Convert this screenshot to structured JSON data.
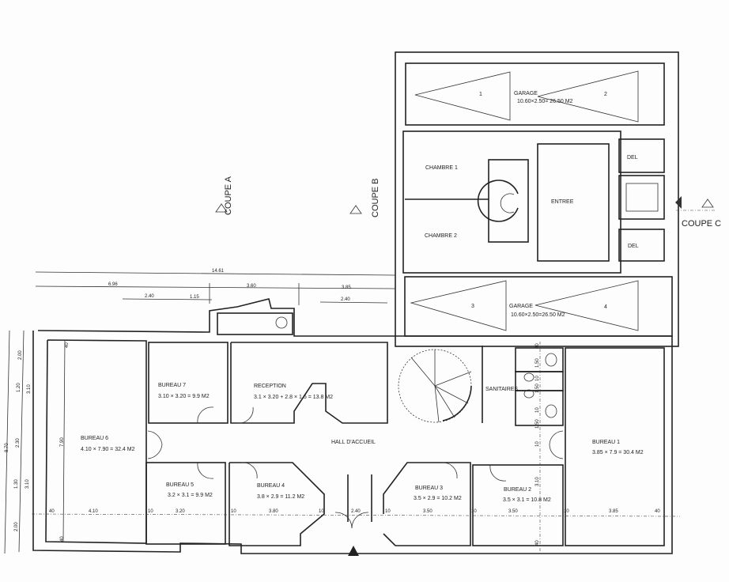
{
  "sections": {
    "coupe_a": "COUPE A",
    "coupe_b": "COUPE B",
    "coupe_c": "COUPE C"
  },
  "upper": {
    "garage_top": {
      "name": "GARAGE",
      "area": "10.60×2.50= 26.50 M2",
      "space_1": "1",
      "space_2": "2"
    },
    "chambre_1": "CHAMBRE 1",
    "chambre_2": "CHAMBRE 2",
    "entree": "ENTREE",
    "del_top": "DEL",
    "del_bottom": "DEL",
    "garage_bottom": {
      "name": "GARAGE",
      "area": "10.60×2.50=26.50 M2",
      "space_3": "3",
      "space_4": "4"
    }
  },
  "lower": {
    "bureau_7": {
      "name": "BUREAU 7",
      "area": "3.10 × 3.20 = 9.9 M2"
    },
    "reception": {
      "name": "RECEPTION",
      "area": "3.1 × 3.20 + 2.8 × 1.5 = 13.8 M2"
    },
    "bureau_6": {
      "name": "BUREAU 6",
      "area": "4.10 × 7.90 = 32.4 M2"
    },
    "hall": "HALL D'ACCUEIL",
    "sanitaires": "SANITAIRES",
    "bureau_1": {
      "name": "BUREAU 1",
      "area": "3.85 × 7.9 = 30.4 M2"
    },
    "bureau_5": {
      "name": "BUREAU 5",
      "area": "3.2 × 3.1 = 9.9 M2"
    },
    "bureau_4": {
      "name": "BUREAU 4",
      "area": "3.8 × 2.9 = 11.2 M2"
    },
    "bureau_3": {
      "name": "BUREAU 3",
      "area": "3.5 × 2.9 = 10.2 M2"
    },
    "bureau_2": {
      "name": "BUREAU 2",
      "area": "3.5 × 3.1 = 10.8 M2"
    }
  },
  "dimensions": {
    "top": {
      "total": "14.61",
      "a": "6.96",
      "b": "3.60",
      "c": "3.85",
      "d": "2.40",
      "e": "1.15",
      "f": "2.40"
    },
    "left": {
      "total": "8.70",
      "a": "2.00",
      "b": "1.20",
      "c": "2.30",
      "d": "1.30",
      "e": "2.00",
      "f": "3.10",
      "g": "3.10",
      "h": "7.90",
      "i": "40",
      "j": "40"
    },
    "bottom": [
      "40",
      "4.10",
      "10",
      "3.20",
      "10",
      "3.80",
      "10",
      "2.40",
      "10",
      "3.50",
      "10",
      "3.50",
      "10",
      "3.85",
      "40"
    ],
    "right": [
      "40",
      "1.50",
      "10",
      "1.50",
      "10",
      "1.50",
      "10",
      "3.10",
      "40"
    ]
  }
}
